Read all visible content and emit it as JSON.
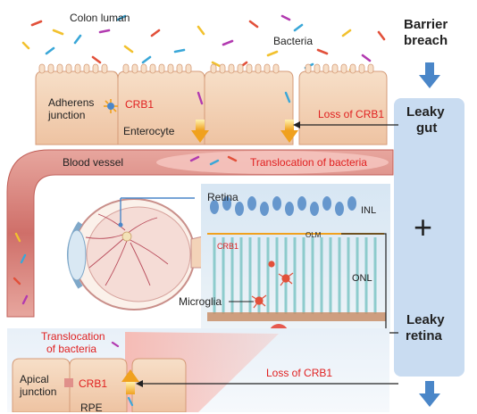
{
  "labels": {
    "colon_lumen": "Colon luman",
    "bacteria": "Bacteria",
    "adherens_junction_1": "Adherens",
    "adherens_junction_2": "junction",
    "crb1_gut": "CRB1",
    "enterocyte": "Enterocyte",
    "loss_crb1_gut": "Loss of CRB1",
    "blood_vessel": "Blood vessel",
    "translocation_gut": "Translocation of bacteria",
    "retina": "Retina",
    "inl": "INL",
    "olm": "OLM",
    "crb1_retina": "CRB1",
    "onl": "ONL",
    "microglia": "Microglia",
    "translocation_rpe_1": "Translocation",
    "translocation_rpe_2": "of bacteria",
    "apical_junction_1": "Apical",
    "apical_junction_2": "junction",
    "crb1_rpe": "CRB1",
    "loss_crb1_rpe": "Loss of CRB1",
    "rpe": "RPE"
  },
  "side_panel": {
    "barrier_breach_1": "Barrier",
    "barrier_breach_2": "breach",
    "leaky_gut_1": "Leaky",
    "leaky_gut_2": "gut",
    "plus": "+",
    "leaky_retina_1": "Leaky",
    "leaky_retina_2": "retina"
  },
  "colors": {
    "red_text": "#e02020",
    "panel": "#c9dcf1",
    "arrow_blue": "#4a86c8",
    "cell": "#f3d3b8",
    "vessel": "#d9877f"
  }
}
